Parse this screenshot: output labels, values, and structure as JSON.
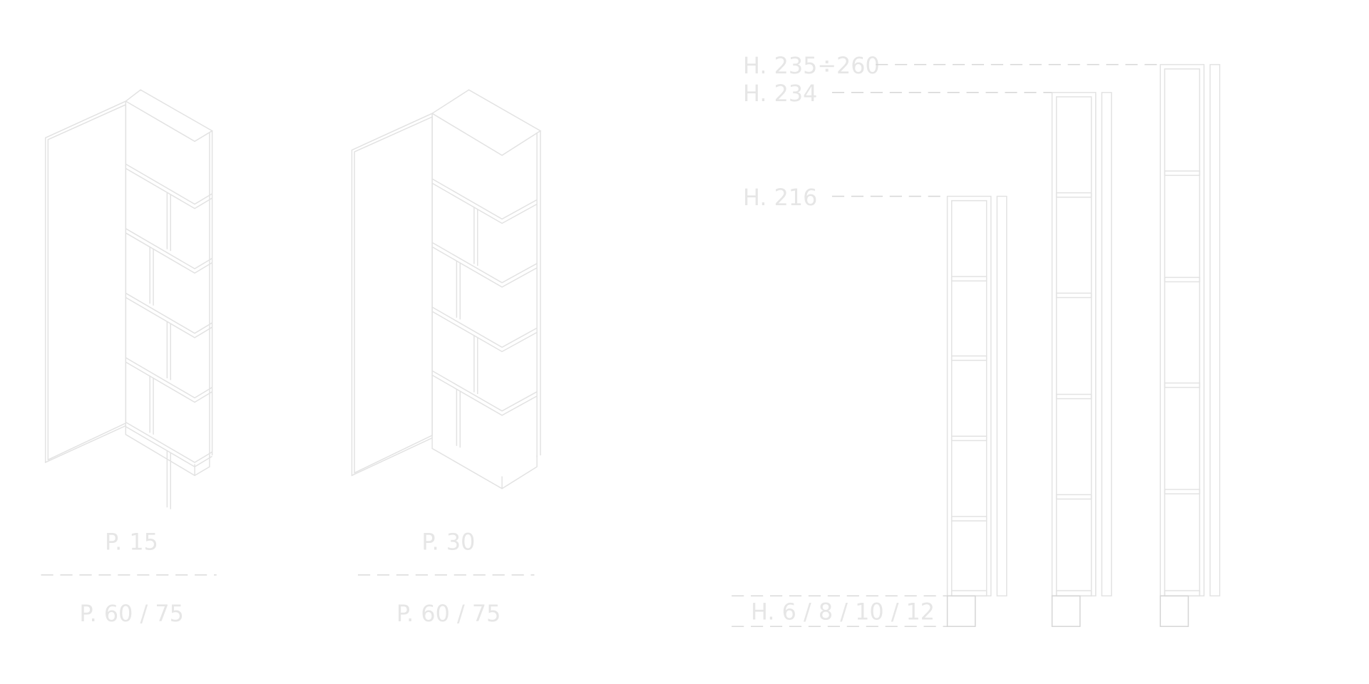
{
  "elevations": {
    "h_tall_adjustable": "H. 235÷260",
    "h_234": "H. 234",
    "h_216": "H. 216",
    "h_plinth": "H. 6 / 8 / 10 / 12"
  },
  "bookcase_15": {
    "depth_label": "P. 15",
    "door_depth_label": "P. 60 / 75"
  },
  "bookcase_30": {
    "depth_label": "P. 30",
    "door_depth_label": "P. 60 / 75"
  }
}
